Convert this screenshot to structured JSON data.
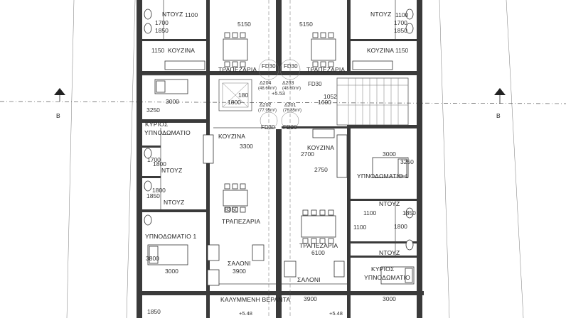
{
  "drawing": {
    "section_marker": "B",
    "rooms": {
      "shower": "ΝΤΟΥΖ",
      "kitchen": "ΚΟΥΖΙΝΑ",
      "dining": "ΤΡΑΠΕΖΑΡΙΑ",
      "master_bedroom": "ΚΥΡΙΟΣ ΥΠΝΟΔΩΜΑΤΙΟ",
      "bedroom_1": "ΥΠΝΟΔΩΜΑΤΙΟ 1",
      "living": "ΣΑΛΟΝΙ",
      "veranda": "ΚΑΛΥΜΜΕΝΗ ΒΕΡΑΝΤΑ"
    },
    "door_tags": {
      "fd30": "FD30"
    },
    "apartments": {
      "a204": "Δ204",
      "a204_area": "(48.60m²)",
      "a203": "Δ203",
      "a203_area": "(48.60m²)",
      "a202": "Δ202",
      "a202_area": "(77.95m²)",
      "a201": "Δ201",
      "a201_area": "(76.85m²)"
    },
    "levels": {
      "core": "+5.53",
      "veranda_left": "+5.48",
      "veranda_right": "+5.48"
    },
    "dimensions": {
      "d1100": "1100",
      "d5150": "5150",
      "d1700": "1700",
      "d1850": "1850",
      "d1150": "1150",
      "d1800": "1800",
      "d180": "180",
      "d1052": "1052",
      "d1600": "1600",
      "d3250": "3250",
      "d3000": "3000",
      "d3300": "3300",
      "d2700": "2700",
      "d2750": "2750",
      "d8350": "8350",
      "d3800": "3800",
      "d6100": "6100",
      "d3900": "3900"
    }
  }
}
